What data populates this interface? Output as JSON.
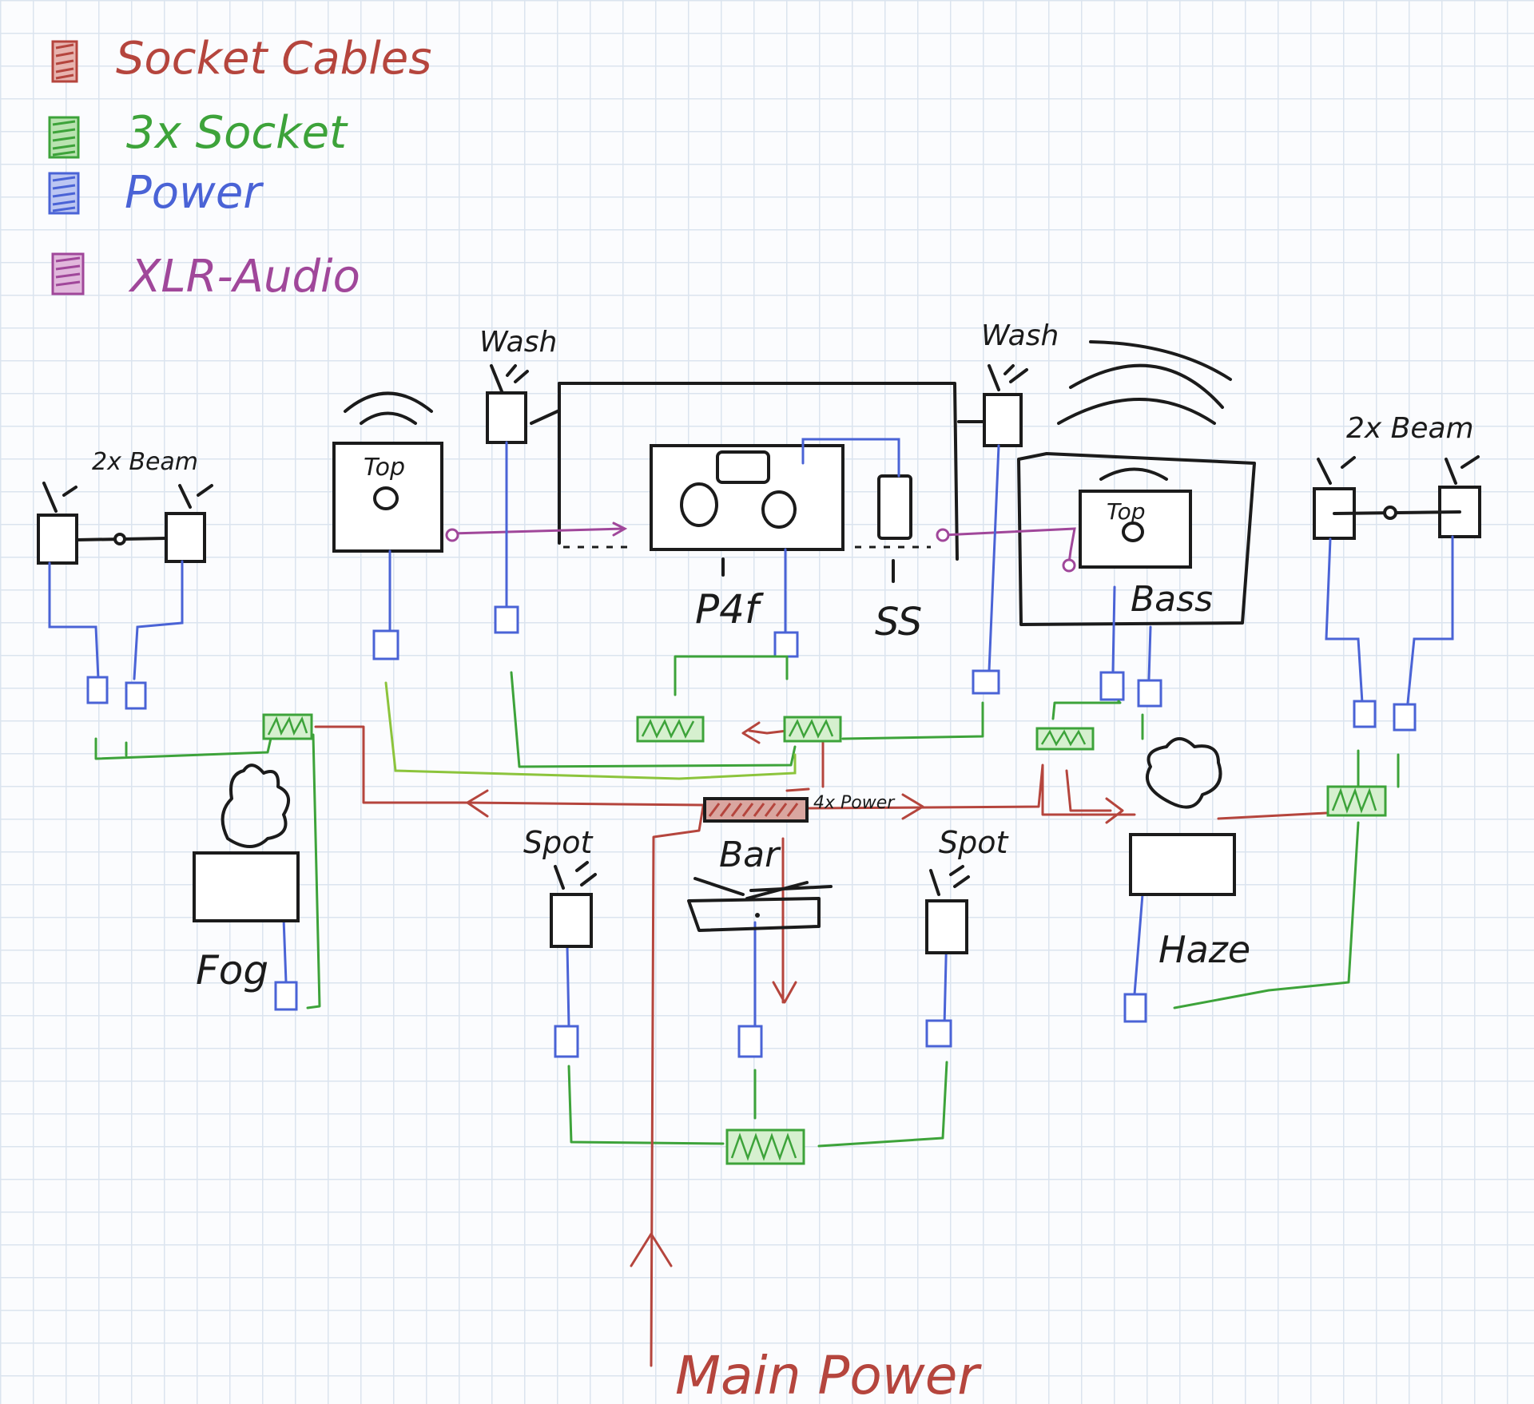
{
  "colors": {
    "socket_cables": "#b5453d",
    "three_socket": "#3da33a",
    "power": "#4a63d6",
    "xlr_audio": "#a0479a",
    "outline": "#1b1b1b",
    "paper": "#fbfcfe",
    "grid": "#dbe4ef"
  },
  "legend": [
    {
      "label": "Socket Cables",
      "color_key": "socket_cables"
    },
    {
      "label": "3x Socket",
      "color_key": "three_socket"
    },
    {
      "label": "Power",
      "color_key": "power"
    },
    {
      "label": "XLR-Audio",
      "color_key": "xlr_audio"
    }
  ],
  "devices": {
    "wash_left": "Wash",
    "wash_right": "Wash",
    "beam_left": "2x Beam",
    "beam_right": "2x Beam",
    "top_left": "Top",
    "top_right": "Top",
    "p4f": "P4f",
    "ss": "SS",
    "bass": "Bass",
    "bar": "Bar",
    "bar_power_note": "4x Power",
    "spot_left": "Spot",
    "spot_right": "Spot",
    "fog": "Fog",
    "haze": "Haze",
    "main_power": "Main Power"
  }
}
